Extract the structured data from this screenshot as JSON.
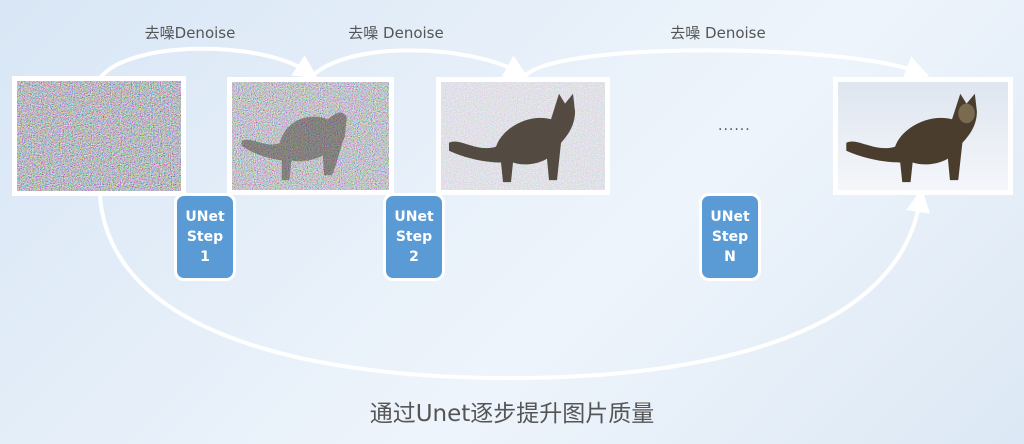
{
  "steps": {
    "denoise_1": "去噪Denoise",
    "denoise_2": "去噪 Denoise",
    "denoise_3": "去噪 Denoise",
    "ellipsis": "......"
  },
  "unet_boxes": [
    {
      "line1": "UNet",
      "line2": "Step",
      "line3": "1"
    },
    {
      "line1": "UNet",
      "line2": "Step",
      "line3": "2"
    },
    {
      "line1": "UNet",
      "line2": "Step",
      "line3": "N"
    }
  ],
  "caption": "通过Unet逐步提升图片质量",
  "colors": {
    "unet_box": "#5b9bd5",
    "arrow": "#ffffff",
    "text": "#555555"
  }
}
